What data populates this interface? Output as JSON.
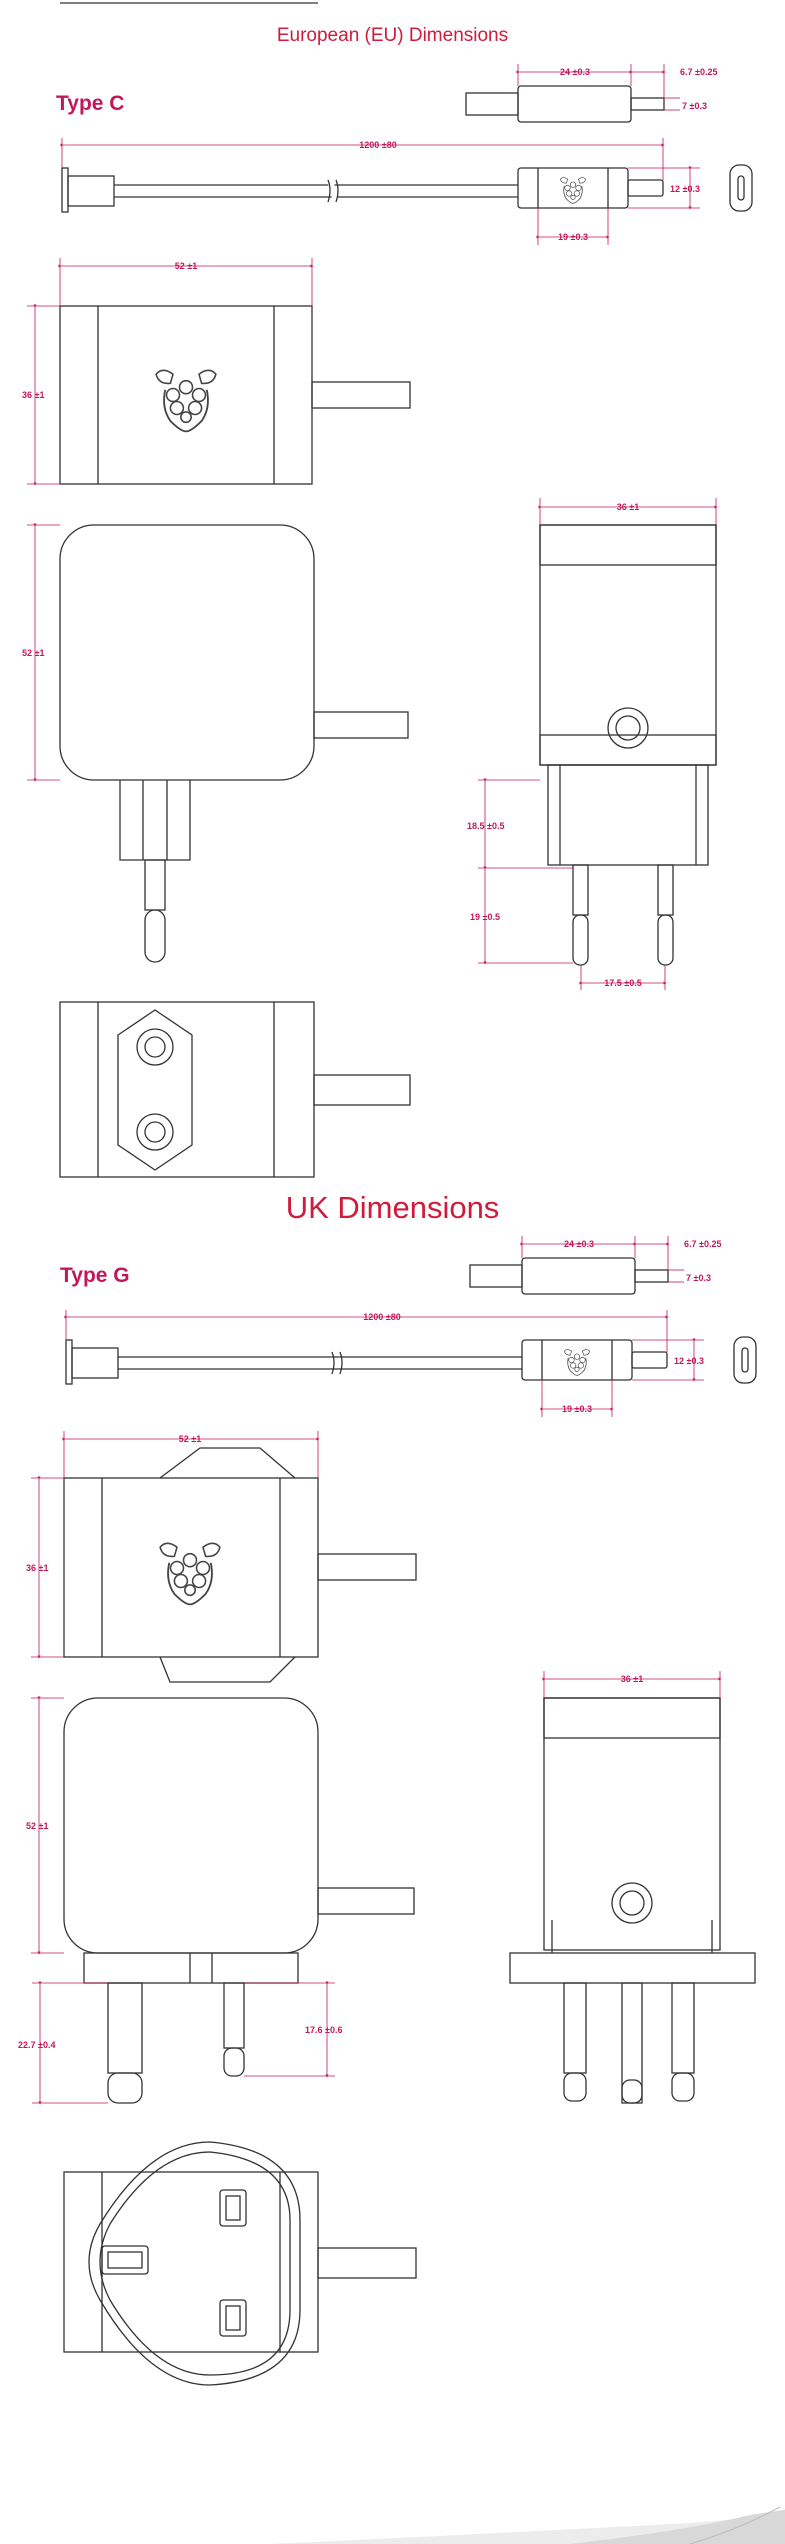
{
  "colors": {
    "accent": "#d01c3c",
    "dimension": "#c2185b",
    "line": "#333333"
  },
  "eu": {
    "title": "European (EU) Dimensions",
    "type": "Type C",
    "dims": {
      "plug_length": "24 ±0.3",
      "tip_length": "6.7 ±0.25",
      "tip_height": "7 ±0.3",
      "cable_length": "1200 ±80",
      "plug_height": "12 ±0.3",
      "plug_width": "19 ±0.3",
      "top_width": "52 ±1",
      "top_height": "36 ±1",
      "front_height": "52 ±1",
      "side_width": "36 ±1",
      "pin_upper": "18.5 ±0.5",
      "pin_lower": "19 ±0.5",
      "pin_spacing": "17.5 ±0.5"
    }
  },
  "uk": {
    "title": "UK Dimensions",
    "type": "Type G",
    "dims": {
      "plug_length": "24 ±0.3",
      "tip_length": "6.7 ±0.25",
      "tip_height": "7 ±0.3",
      "cable_length": "1200 ±80",
      "plug_height": "12 ±0.3",
      "plug_width": "19 ±0.3",
      "top_width": "52 ±1",
      "top_height": "36 ±1",
      "front_height": "52 ±1",
      "side_width": "36 ±1",
      "pin_right": "17.6 ±0.6",
      "pin_left": "22.7 ±0.4"
    }
  }
}
